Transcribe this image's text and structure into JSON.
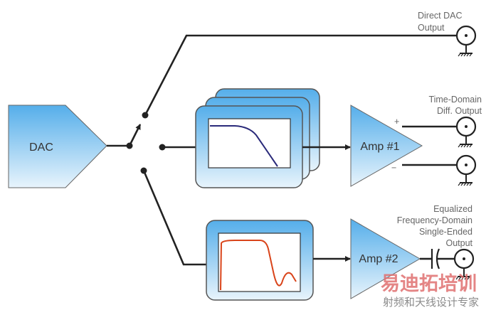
{
  "blocks": {
    "dac": "DAC",
    "amp1": "Amp #1",
    "amp2": "Amp #2",
    "plus": "+",
    "minus": "−"
  },
  "outputs": {
    "direct": [
      "Direct DAC",
      "Output"
    ],
    "time_domain": [
      "Time-Domain",
      "Diff. Output"
    ],
    "freq_domain": [
      "Equalized",
      "Frequency-Domain",
      "Single-Ended",
      "Output"
    ]
  },
  "watermark": {
    "line1": "易迪拓培训",
    "line2": "射频和天线设计专家"
  },
  "colors": {
    "block_top": "#55aeea",
    "block_bottom": "#e6f3fc",
    "block_stroke": "#555555",
    "lowpass_curve": "#2a2a7a",
    "bandpass_curve": "#d9441a"
  }
}
